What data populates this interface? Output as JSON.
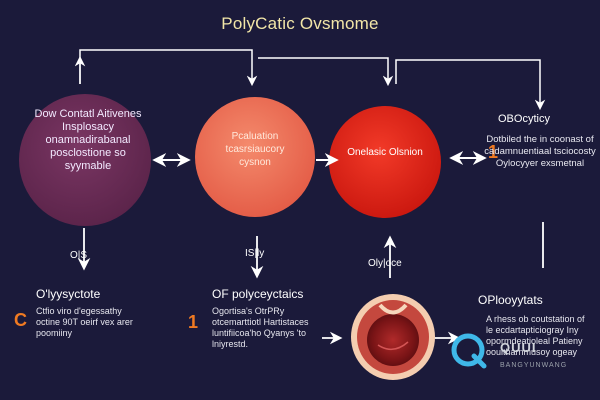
{
  "title": "PolyCatic Ovsmome",
  "nodes": {
    "left": "Dow Contatl Aitivenes Insplosacy onamnadirabanal posclostione so syymable",
    "center": "Pcaluation tcasrsiaucory cysnon",
    "right": "Onelasic Olsnion"
  },
  "right_panel": {
    "title": "OBOcyticy",
    "description": "Dotbiled the in coonast of cadamnuentiaal tsciocosty Oylocyyer exsmetnal"
  },
  "connector_labels": {
    "left": "O|S",
    "center": "IS|ly",
    "right": "Oly|oce"
  },
  "bottom": {
    "left": {
      "number": "C",
      "title": "O'lyysyctote",
      "description": "Ctfio viro d'egessathy octine 90T oeirf vex arer poomiiny"
    },
    "center": {
      "number": "1",
      "title": "OF polyceyctaics",
      "description": "Ogortisa's OtrPRy otcemarttiotl Hartistaces luntifiicoa'ho Qyanys 'to lniyrestd."
    },
    "right": {
      "title": "OPlooyytats",
      "description": "A rhess ob coutstation of le ecdartapticiogray Iny opormdeatioleal Patieny oouitharnmusoy ogeay"
    }
  },
  "right_marker": "1",
  "watermark": {
    "title": "QUUI",
    "subtitle": "BANGYUNWANG"
  },
  "colors": {
    "background": "#1b1a3a",
    "node_left": "#6e2f59",
    "node_center": "#f07055",
    "node_right": "#e8281c",
    "accent": "#f07a22"
  }
}
